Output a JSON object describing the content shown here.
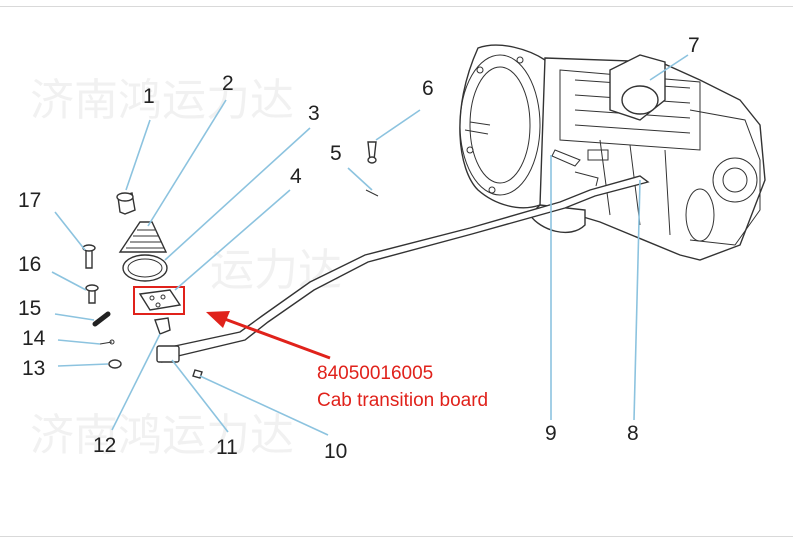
{
  "watermarks": [
    "济南鸿运力达",
    "运力达",
    "济南鸿运力达"
  ],
  "labels": {
    "n1": "1",
    "n2": "2",
    "n3": "3",
    "n4": "4",
    "n5": "5",
    "n6": "6",
    "n7": "7",
    "n8": "8",
    "n9": "9",
    "n10": "10",
    "n11": "11",
    "n12": "12",
    "n13": "13",
    "n14": "14",
    "n15": "15",
    "n16": "16",
    "n17": "17"
  },
  "callout": {
    "part_number": "84050016005",
    "description": "Cab transition board",
    "color": "#e0221b"
  },
  "colors": {
    "leader_lines": "#8cc3df",
    "line_art": "#333333"
  }
}
